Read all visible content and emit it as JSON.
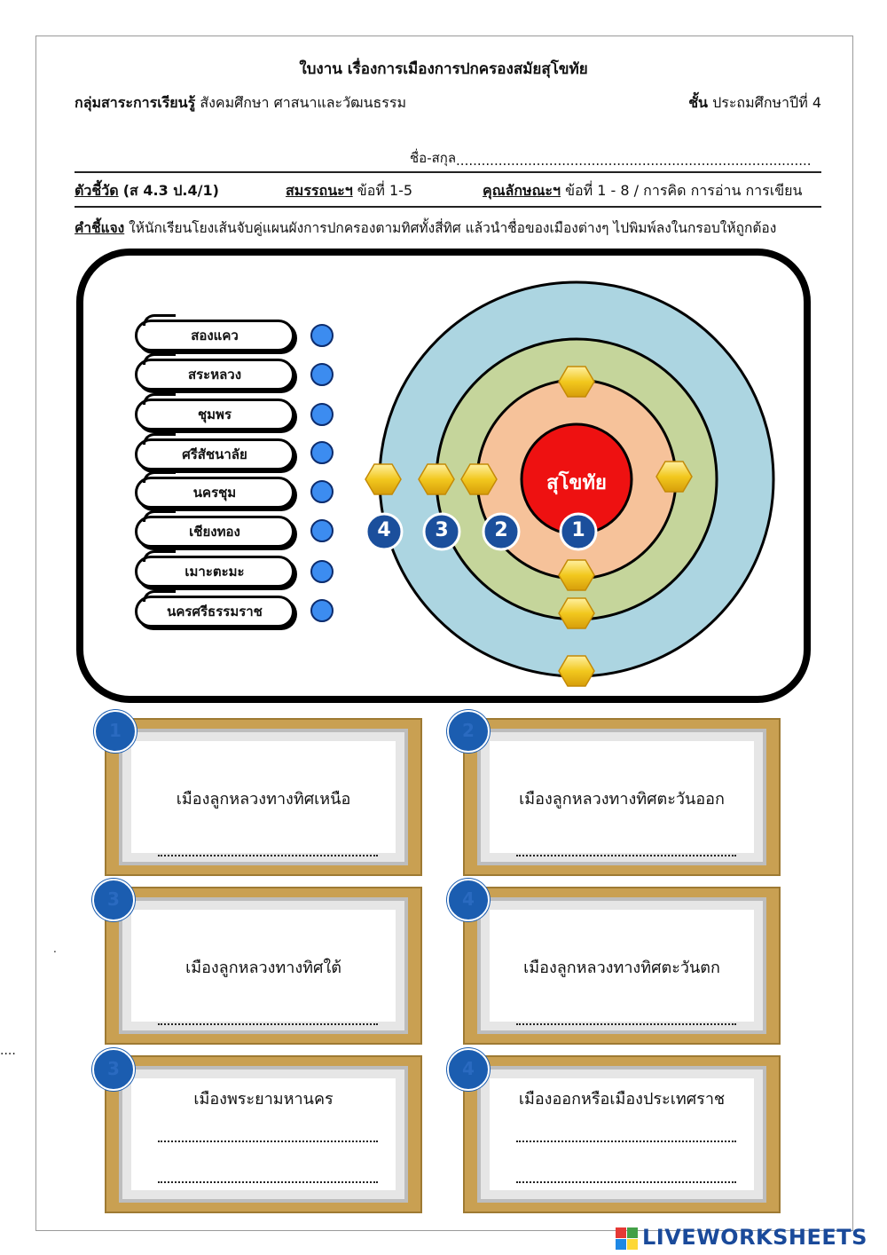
{
  "header": {
    "title": "ใบงาน เรื่องการเมืองการปกครองสมัยสุโขทัย",
    "subject_label": "กลุ่มสาระการเรียนรู้",
    "subject_value": "สังคมศึกษา ศาสนาและวัฒนธรรม",
    "grade_label": "ชั้น",
    "grade_value": "ประถมศึกษาปีที่ 4",
    "name_label": "ชื่อ-สกุล",
    "name_dots": "............................................................................................................................."
  },
  "criteria": {
    "indicator_label": "ตัวชี้วัด",
    "indicator_value": "(ส 4.3 ป.4/1)",
    "competency_label": "สมรรถนะฯ",
    "competency_value": "ข้อที่ 1-5",
    "trait_label": "คุณลักษณะฯ",
    "trait_value": "ข้อที่ 1 - 8 / การคิด การอ่าน การเขียน"
  },
  "instructions": {
    "label": "คำชี้แจง",
    "text": "ให้นักเรียนโยงเส้นจับคู่แผนผังการปกครองตามทิศทั้งสี่ทิศ แล้วนำชื่อของเมืองต่างๆ ไปพิมพ์ลงในกรอบให้ถูกต้อง"
  },
  "cities": [
    "สองแคว",
    "สระหลวง",
    "ชุมพร",
    "ศรีสัชนาลัย",
    "นครชุม",
    "เชียงทอง",
    "เมาะตะมะ",
    "นครศรีธรรมราช"
  ],
  "diagram": {
    "center_label": "สุโขทัย",
    "ring_numbers": [
      "1",
      "2",
      "3",
      "4"
    ],
    "colors": {
      "center": "#ee1111",
      "ring2": "#f6c29a",
      "ring3": "#c5d59b",
      "ring4": "#acd5e1",
      "hex": "#f2c81e"
    }
  },
  "cards": [
    {
      "title": "เมืองลูกหลวงทางทิศเหนือ",
      "lines": [
        "......................................................................"
      ]
    },
    {
      "title": "เมืองลูกหลวงทางทิศตะวันออก",
      "lines": [
        "......................................................................"
      ]
    },
    {
      "title": "เมืองลูกหลวงทางทิศใต้",
      "lines": [
        "......................................................................"
      ]
    },
    {
      "title": "เมืองลูกหลวงทางทิศตะวันตก",
      "lines": [
        "......................................................................"
      ]
    },
    {
      "title": "เมืองพระยามหานคร",
      "lines": [
        "......................................................................",
        "......................................................................"
      ]
    },
    {
      "title": "เมืองออกหรือเมืองประเทศราช",
      "lines": [
        "......................................................................",
        "......................................................................"
      ]
    }
  ],
  "card_badges": [
    "1",
    "2",
    "3",
    "4",
    "3",
    "4"
  ],
  "margin_marks": {
    "left_dot": ".",
    "left_ellipsis": "...."
  },
  "watermark": "LIVEWORKSHEETS"
}
